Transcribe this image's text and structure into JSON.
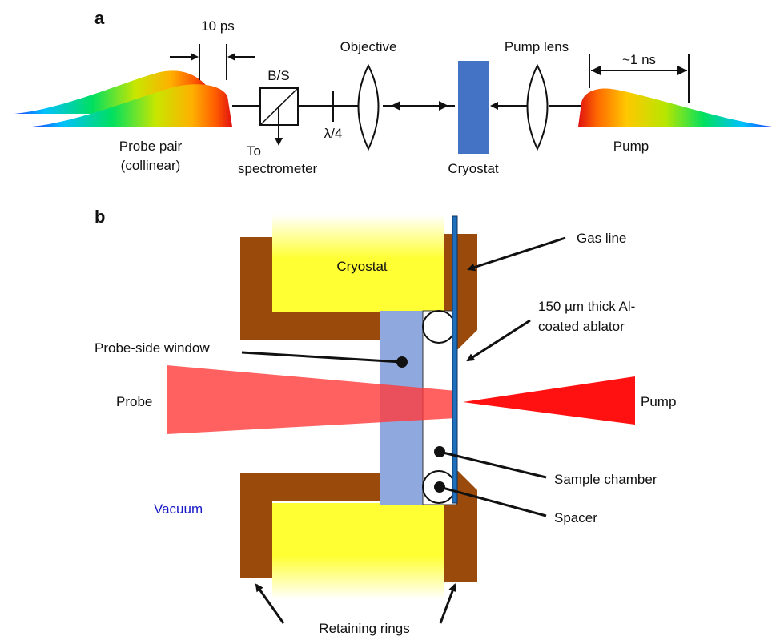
{
  "panel_a": {
    "letter": "a",
    "delay_label": "10 ps",
    "bs_label": "B/S",
    "to_label": "To",
    "spectrometer_label": "spectrometer",
    "waveplate_label": "λ/4",
    "objective_label": "Objective",
    "pump_lens_label": "Pump lens",
    "pulse_width_label": "~1 ns",
    "probe_pair_line1": "Probe pair",
    "probe_pair_line2": "(collinear)",
    "cryostat_label": "Cryostat",
    "pump_label": "Pump"
  },
  "panel_b": {
    "letter": "b",
    "cryostat_label": "Cryostat",
    "gas_line_label": "Gas line",
    "ablator_line1": "150 µm thick Al-",
    "ablator_line2": "coated ablator",
    "probe_window_label": "Probe-side window",
    "probe_label": "Probe",
    "pump_label": "Pump",
    "sample_chamber_label": "Sample chamber",
    "spacer_label": "Spacer",
    "vacuum_label": "Vacuum",
    "retaining_rings_label": "Retaining rings"
  },
  "colors": {
    "cryostat_block": "#4472c4",
    "retaining_ring": "#9a4a0a",
    "cryostat_body": "#ffff33",
    "window": "#8fa8de",
    "probe_beam": "#ff5a5a",
    "pump_beam": "#ff1111",
    "gas_line": "#1f6fbf",
    "vacuum_text": "#1818c8"
  }
}
